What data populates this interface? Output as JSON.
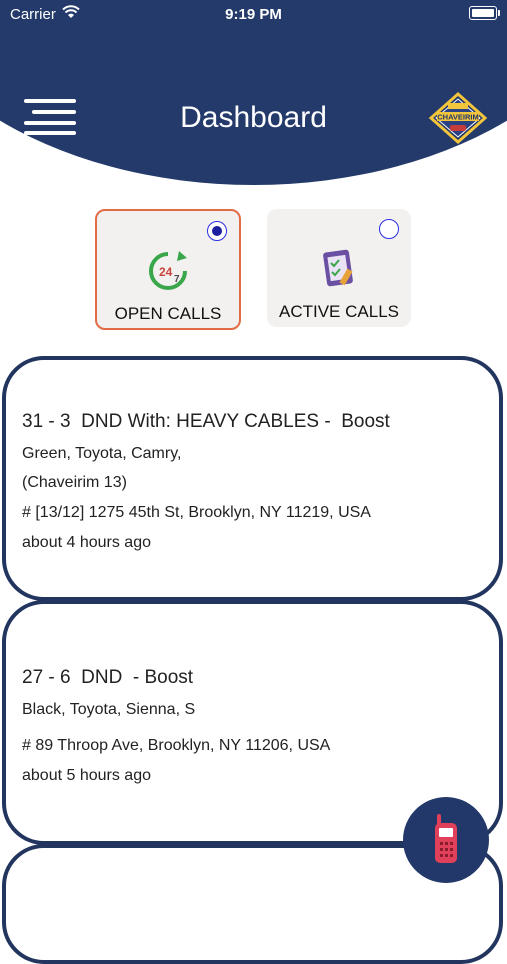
{
  "status_bar": {
    "carrier": "Carrier",
    "time": "9:19 PM"
  },
  "header": {
    "title": "Dashboard",
    "logo_text": "CHAVEIRIM"
  },
  "toggles": [
    {
      "label": "OPEN CALLS",
      "selected": true
    },
    {
      "label": "ACTIVE CALLS",
      "selected": false
    }
  ],
  "calls": [
    {
      "headline": "31 - 3  DND With: HEAVY CABLES -  Boost",
      "vehicle": "Green, Toyota, Camry,",
      "unit": "(Chaveirim 13)",
      "address": "# [13/12] 1275 45th St, Brooklyn, NY 11219, USA",
      "time_ago": "about 4 hours ago"
    },
    {
      "headline": "27 - 6  DND  - Boost",
      "vehicle": "Black, Toyota, Sienna, S",
      "address": "# 89 Throop Ave, Brooklyn, NY 11206, USA",
      "time_ago": "about 5 hours ago"
    }
  ],
  "colors": {
    "header": "#233a6b",
    "card_border": "#22355f",
    "selected_border": "#e26c46",
    "radio": "#2b2ee0"
  },
  "icons": {
    "open_calls": "24-7-icon",
    "active_calls": "tablet-checklist-icon",
    "fab": "walkie-talkie-icon"
  }
}
